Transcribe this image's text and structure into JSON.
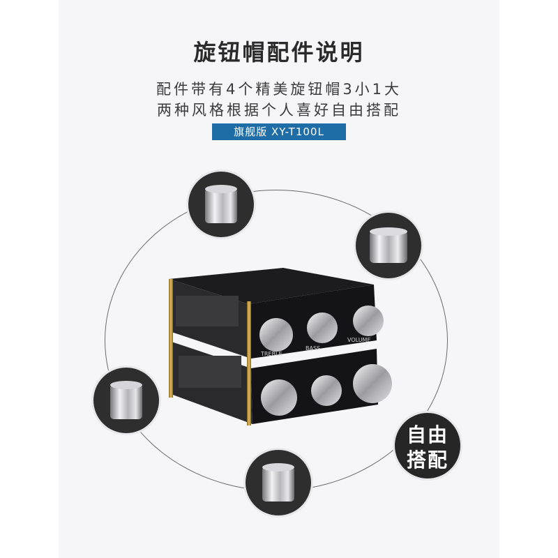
{
  "header": {
    "title": "旋钮帽配件说明",
    "line1": "配件带有4个精美旋钮帽3小1大",
    "line2": "两种风格根据个人喜好自由搭配",
    "badge": "旗舰版 XY-T100L"
  },
  "callout": {
    "line1": "自由",
    "line2": "搭配"
  },
  "knobs": [
    {
      "name": "knob-cap-top-left",
      "style": "silver-cylinder"
    },
    {
      "name": "knob-cap-top-right",
      "style": "silver-cylinder-wide"
    },
    {
      "name": "knob-cap-left",
      "style": "silver-cylinder"
    },
    {
      "name": "knob-cap-bottom",
      "style": "silver-cylinder"
    }
  ],
  "product": {
    "labels": [
      "TREBLE",
      "BASS",
      "VOLUME"
    ]
  },
  "colors": {
    "badge": "#1e6da6",
    "circle": "#2e2e2e",
    "title": "#2a2a2a"
  }
}
